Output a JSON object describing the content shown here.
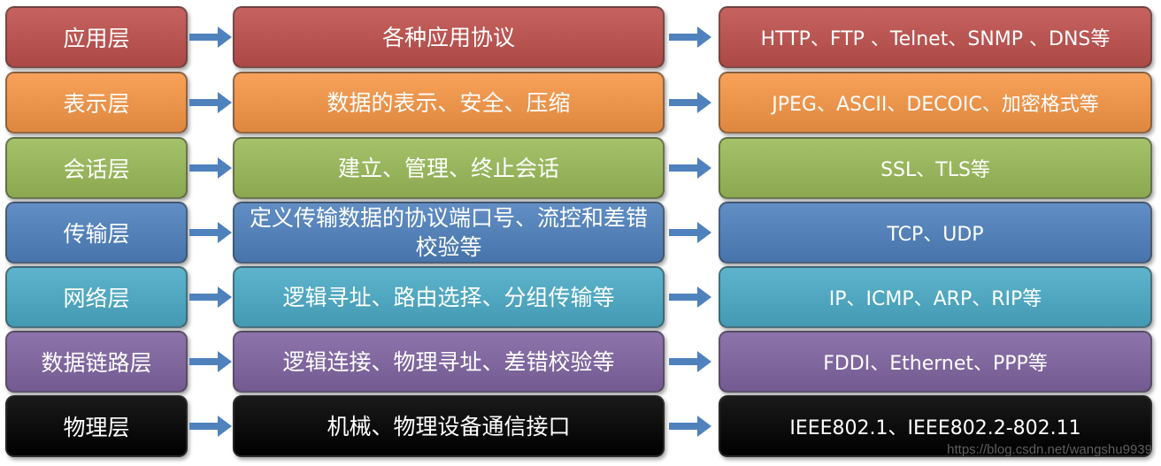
{
  "colors": {
    "application": "#c0504d",
    "presentation": "#f79646",
    "session": "#9bbb59",
    "transport": "#4f81bd",
    "network": "#4bacc6",
    "datalink": "#8064a2",
    "physical": "#000000",
    "arrow": "#4f81bd"
  },
  "arrow_icon": "right-arrow-icon",
  "rows": [
    {
      "layer": "应用层",
      "function": "各种应用协议",
      "protocols": "HTTP、FTP 、Telnet、SNMP 、DNS等"
    },
    {
      "layer": "表示层",
      "function": "数据的表示、安全、压缩",
      "protocols": "JPEG、ASCII、DECOIC、加密格式等"
    },
    {
      "layer": "会话层",
      "function": "建立、管理、终止会话",
      "protocols": "SSL、TLS等"
    },
    {
      "layer": "传输层",
      "function": "定义传输数据的协议端口号、流控和差错校验等",
      "protocols": "TCP、UDP"
    },
    {
      "layer": "网络层",
      "function": "逻辑寻址、路由选择、分组传输等",
      "protocols": "IP、ICMP、ARP、RIP等"
    },
    {
      "layer": "数据链路层",
      "function": "逻辑连接、物理寻址、差错校验等",
      "protocols": "FDDI、Ethernet、PPP等"
    },
    {
      "layer": "物理层",
      "function": "机械、物理设备通信接口",
      "protocols": "IEEE802.1、IEEE802.2-802.11"
    }
  ],
  "watermark": "https://blog.csdn.net/wangshu9939"
}
